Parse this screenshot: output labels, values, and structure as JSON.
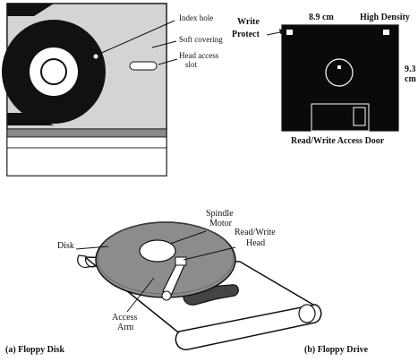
{
  "floppy_disk_5": {
    "labels": {
      "index_hole": "Index hole",
      "soft_covering": "Soft covering",
      "head_access_slot_1": "Head access",
      "head_access_slot_2": "slot"
    }
  },
  "floppy_disk_3": {
    "labels": {
      "write_protect_1": "Write",
      "write_protect_2": "Protect",
      "width": "8.9 cm",
      "high_density": "High Density",
      "height_1": "9.3",
      "height_2": "cm",
      "access_door": "Read/Write Access Door"
    }
  },
  "floppy_drive": {
    "labels": {
      "spindle_1": "Spindle",
      "spindle_2": "Motor",
      "head_1": "Read/Write",
      "head_2": "Head",
      "disk": "Disk",
      "arm_1": "Access",
      "arm_2": "Arm"
    }
  },
  "captions": {
    "a": "(a) Floppy Disk",
    "b": "(b) Floppy Drive"
  }
}
